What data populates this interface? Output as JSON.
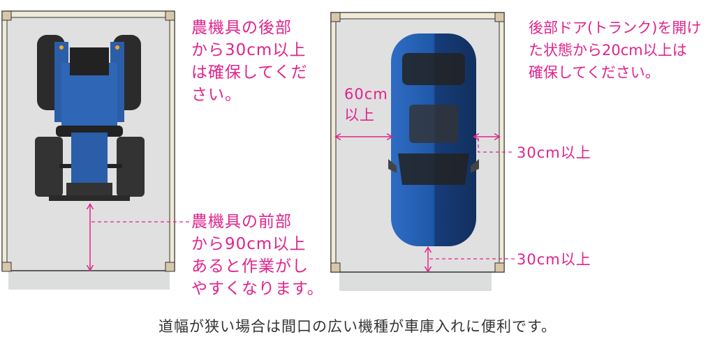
{
  "colors": {
    "accent": "#e0248c",
    "floor": "#dcdddd",
    "frame": "#efe9d8",
    "vehicle": "#2a5ea8"
  },
  "tractor": {
    "rear_note": [
      "農機具の後部",
      "から30cm以上",
      "は確保してくだ",
      "さい。"
    ],
    "front_note": [
      "農機具の前部",
      "から90cm以上",
      "あると作業がし",
      "やすくなります。"
    ]
  },
  "car": {
    "rear_note": [
      "後部ドア(トランク)を開け",
      "た状態から20cm以上は",
      "確保してください。"
    ],
    "side_left": [
      "60cm",
      "以上"
    ],
    "side_right": "30cm以上",
    "front": "30cm以上"
  },
  "caption": "道幅が狭い場合は間口の広い機種が車庫入れに便利です。"
}
